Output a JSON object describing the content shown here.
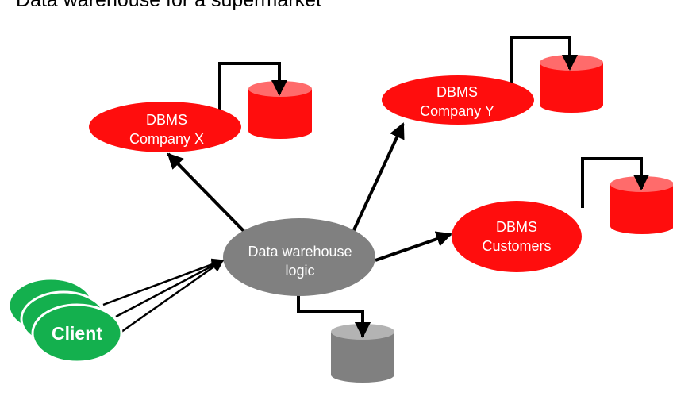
{
  "title": "Data warehouse for a supermarket",
  "colors": {
    "dbms_fill": "#ff0d0d",
    "dbms_cylinder_top": "#ff6b6b",
    "warehouse_fill": "#808080",
    "warehouse_cylinder_top": "#b3b3b3",
    "client_fill": "#14b04e",
    "text": "#ffffff",
    "connector": "#000000"
  },
  "nodes": {
    "company_x": {
      "line1": "DBMS",
      "line2": "Company X"
    },
    "company_y": {
      "line1": "DBMS",
      "line2": "Company Y"
    },
    "customers": {
      "line1": "DBMS",
      "line2": "Customers"
    },
    "warehouse": {
      "line1": "Data warehouse",
      "line2": "logic"
    },
    "client": {
      "label": "Client"
    }
  },
  "databases": [
    {
      "id": "db-company-x",
      "owner": "DBMS Company X"
    },
    {
      "id": "db-company-y",
      "owner": "DBMS Company Y"
    },
    {
      "id": "db-customers",
      "owner": "DBMS Customers"
    },
    {
      "id": "db-warehouse",
      "owner": "Data warehouse logic"
    }
  ],
  "edges": [
    {
      "from": "Data warehouse logic",
      "to": "DBMS Company X"
    },
    {
      "from": "Data warehouse logic",
      "to": "DBMS Company Y"
    },
    {
      "from": "Data warehouse logic",
      "to": "DBMS Customers"
    },
    {
      "from": "Client",
      "to": "Data warehouse logic",
      "count": 3
    }
  ]
}
